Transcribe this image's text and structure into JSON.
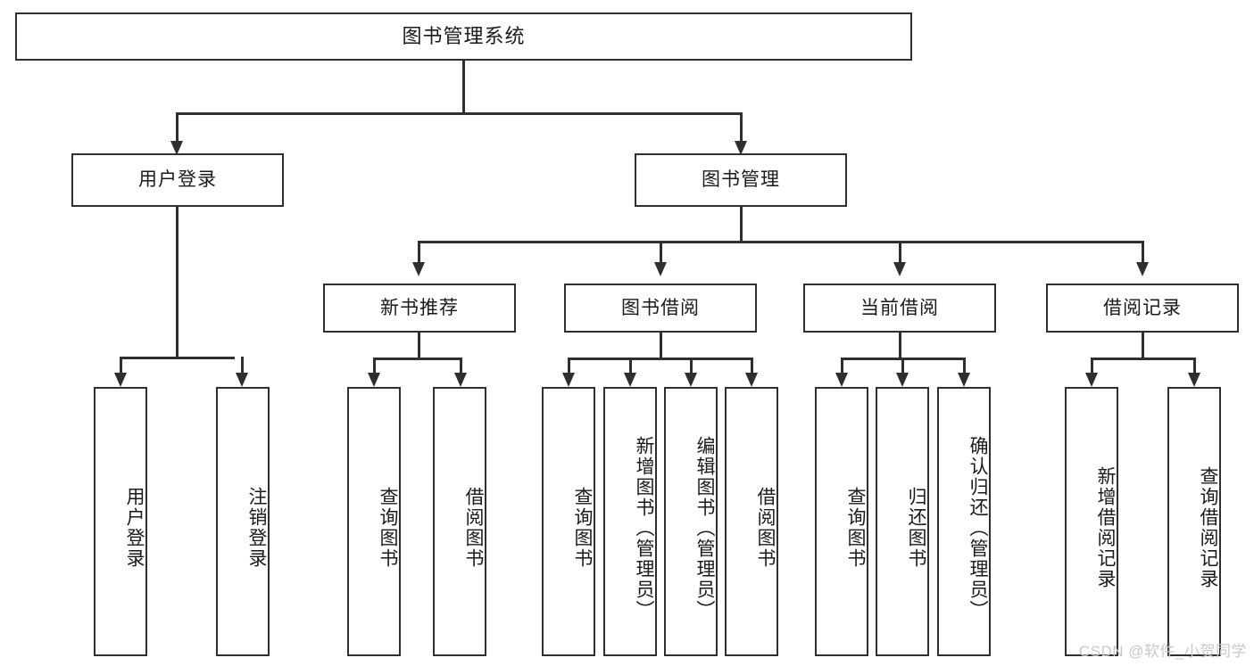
{
  "diagram": {
    "title": "图书管理系统",
    "type": "hierarchy-tree",
    "watermark": "CSDN @软件_小贺同学",
    "colors": {
      "stroke": "#2f2f2f",
      "fill": "#ffffff",
      "text": "#1a1a1a",
      "watermark": "#c9c9c9"
    },
    "levels": {
      "root": {
        "label": "图书管理系统"
      },
      "level2": [
        {
          "label": "用户登录"
        },
        {
          "label": "图书管理"
        }
      ],
      "level3": [
        {
          "label": "新书推荐"
        },
        {
          "label": "图书借阅"
        },
        {
          "label": "当前借阅"
        },
        {
          "label": "借阅记录"
        }
      ],
      "leaves_user_login": [
        {
          "label": "用户登录"
        },
        {
          "label": "注销登录"
        }
      ],
      "leaves_new_books": [
        {
          "label": "查询图书"
        },
        {
          "label": "借阅图书"
        }
      ],
      "leaves_borrow": [
        {
          "label": "查询图书"
        },
        {
          "label": "新增图书（管理员）"
        },
        {
          "label": "编辑图书（管理员）"
        },
        {
          "label": "借阅图书"
        }
      ],
      "leaves_current": [
        {
          "label": "查询图书"
        },
        {
          "label": "归还图书"
        },
        {
          "label": "确认归还（管理员）"
        }
      ],
      "leaves_records": [
        {
          "label": "新增借阅记录"
        },
        {
          "label": "查询借阅记录"
        }
      ]
    }
  }
}
